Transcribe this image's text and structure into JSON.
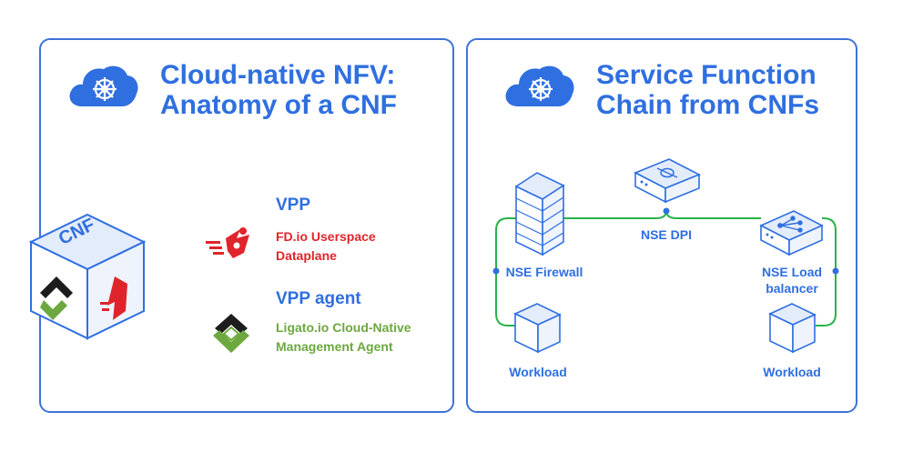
{
  "left": {
    "title": "Cloud-native NFV:\nAnatomy of a CNF",
    "cube_label": "CNF",
    "vpp": {
      "heading": "VPP",
      "desc": "FD.io Userspace\nDataplane"
    },
    "agent": {
      "heading": "VPP agent",
      "desc": "Ligato.io Cloud-Native\nManagement Agent"
    }
  },
  "right": {
    "title": "Service Function\nChain from CNFs",
    "nodes": {
      "firewall": "NSE Firewall",
      "dpi": "NSE DPI",
      "lb": "NSE Load\nbalancer",
      "workload_left": "Workload",
      "workload_right": "Workload"
    }
  },
  "colors": {
    "blue": "#2f6fe0",
    "green": "#27b34a",
    "red": "#e0242b",
    "ligato_green": "#6ca83f"
  },
  "icons": [
    "kubernetes-cloud-icon",
    "cnf-cube-icon",
    "fdio-icon",
    "ligato-icon",
    "firewall-icon",
    "dpi-device-icon",
    "load-balancer-icon",
    "workload-cube-icon"
  ]
}
